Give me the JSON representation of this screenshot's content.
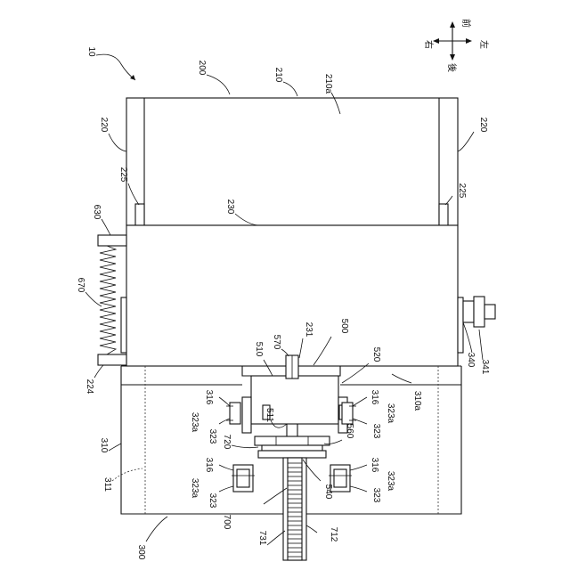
{
  "compass": {
    "front": "前",
    "back": "後",
    "right": "右",
    "left": "左"
  },
  "labels": {
    "l10": "10",
    "l200": "200",
    "l210": "210",
    "l210a": "210a",
    "l220_left": "220",
    "l220_right": "220",
    "l225_left": "225",
    "l225_right": "225",
    "l230": "230",
    "l630": "630",
    "l670": "670",
    "l224": "224",
    "l570": "570",
    "l231": "231",
    "l500": "500",
    "l510": "510",
    "l520": "520",
    "l310a": "310a",
    "l511": "511",
    "l560": "560",
    "l720": "720",
    "l540": "540",
    "l700": "700",
    "l731": "731",
    "l712": "712",
    "l300": "300",
    "l310": "310",
    "l311": "311",
    "l340": "340",
    "l341": "341",
    "l316_ul": "316",
    "l316_ur": "316",
    "l316_ll": "316",
    "l316_lr": "316",
    "l323a_ul": "323a",
    "l323a_ur": "323a",
    "l323a_ll": "323a",
    "l323a_lr": "323a",
    "l323_ul": "323",
    "l323_ur": "323",
    "l323_ll": "323",
    "l323_lr": "323"
  }
}
